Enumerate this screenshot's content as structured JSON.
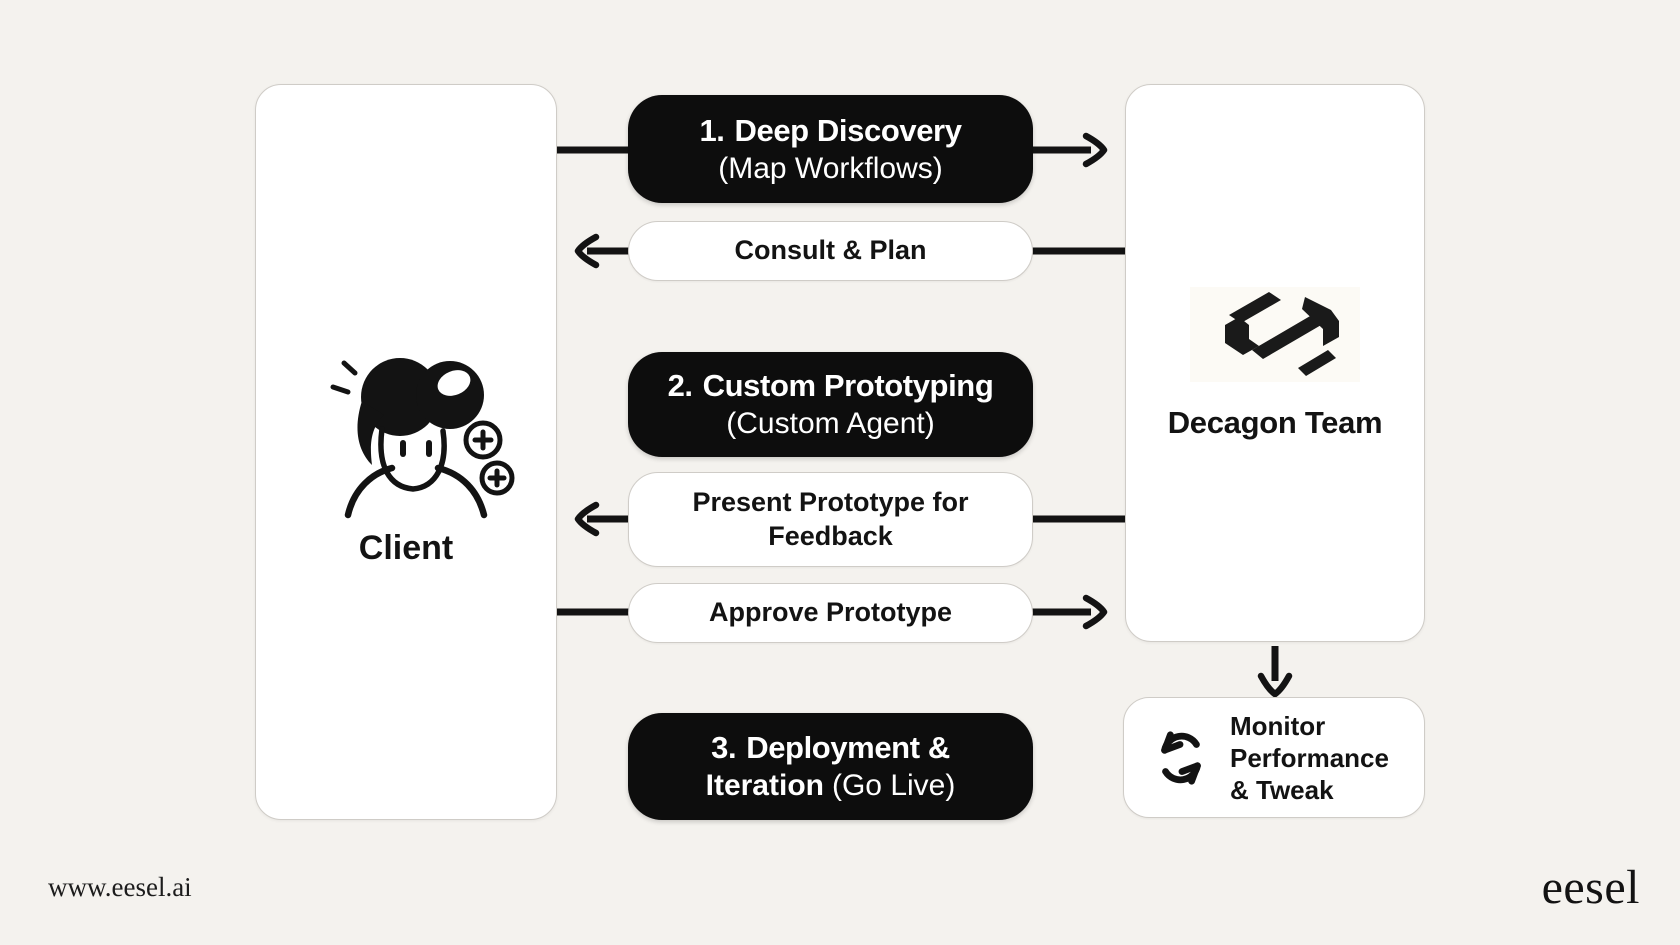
{
  "diagram": {
    "client": {
      "label": "Client",
      "icon": "person-sparkle-icon"
    },
    "decagon": {
      "label": "Decagon Team",
      "icon": "decagon-hexagon-logo"
    },
    "steps": [
      {
        "number": "1.",
        "title": "Deep Discovery",
        "subtitle": "(Map Workflows)"
      },
      {
        "number": "2.",
        "title": "Custom Prototyping",
        "subtitle": "(Custom Agent)"
      },
      {
        "number": "3.",
        "title_line1": "Deployment &",
        "title_line2": "Iteration",
        "subtitle": "(Go Live)"
      }
    ],
    "messages": [
      {
        "label": "Consult & Plan",
        "direction": "to-client"
      },
      {
        "label": "Present Prototype for Feedback",
        "direction": "to-client"
      },
      {
        "label": "Approve Prototype",
        "direction": "to-decagon"
      }
    ],
    "monitor": {
      "lines": [
        "Monitor",
        "Performance",
        "& Tweak"
      ],
      "icon": "refresh-cycle-icon"
    }
  },
  "footer": {
    "url": "www.eesel.ai",
    "wordmark": "eesel"
  },
  "colors": {
    "background": "#f4f2ee",
    "pill_black": "#0d0d0d",
    "card_white": "#ffffff",
    "border_gray": "#cfccc7",
    "text_black": "#131313",
    "text_white": "#ffffff"
  }
}
